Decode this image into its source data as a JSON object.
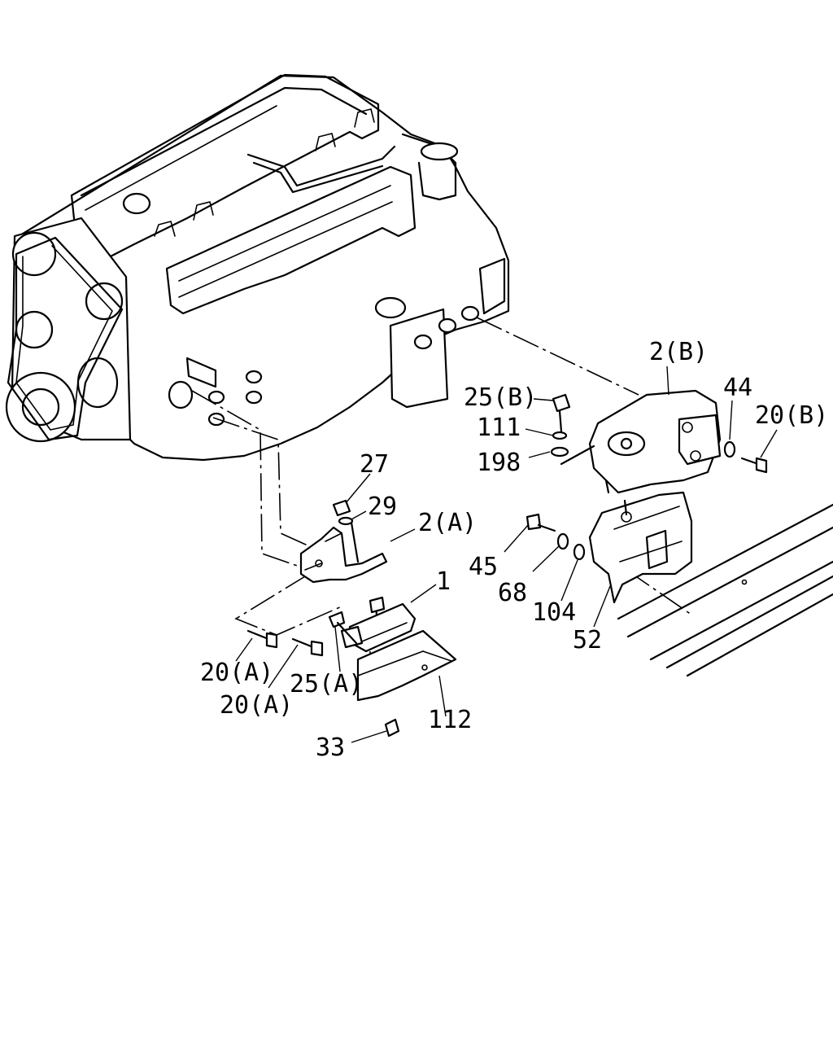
{
  "callouts": {
    "c_2B": "2(B)",
    "c_44": "44",
    "c_20B": "20(B)",
    "c_25B": "25(B)",
    "c_111": "111",
    "c_198": "198",
    "c_27": "27",
    "c_29": "29",
    "c_2A": "2(A)",
    "c_1": "1",
    "c_45": "45",
    "c_68": "68",
    "c_104": "104",
    "c_52": "52",
    "c_20A_1": "20(A)",
    "c_20A_2": "20(A)",
    "c_25A": "25(A)",
    "c_112": "112",
    "c_33": "33"
  }
}
